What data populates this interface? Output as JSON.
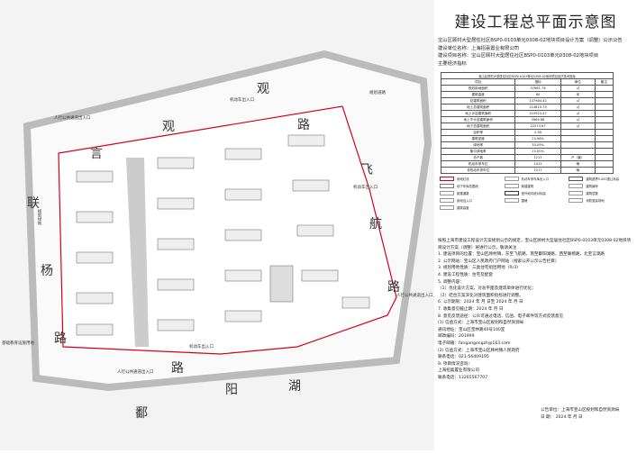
{
  "title": "建设工程总平面示意图",
  "header": {
    "notice": "宝山区顾村大型居住社区BSP0-0103单元0308-02地块项目设计方案（调整）公示公告",
    "unit": "建设单位名称：上海招喜置业有限公司",
    "project": "建设项目名称：宝山区顾村大型居住社区BSP0-0103单元0308-02地块项目",
    "indicators_label": "主要经济指标"
  },
  "table": {
    "caption": "宝山区顾村大型居住社区BSP0-0103单元0308-02地块项目经济技术指标",
    "headers": [
      "项目",
      "指标",
      "单位",
      "备注"
    ],
    "rows": [
      [
        "规划用地面积",
        "37661.76",
        "㎡",
        ""
      ],
      [
        "建筑高度",
        "60",
        "米",
        ""
      ],
      [
        "总建筑面积",
        "137984.42",
        "㎡",
        ""
      ],
      [
        "地上总建筑面积",
        "114810.75",
        "㎡",
        ""
      ],
      [
        "地上计容建筑面积",
        "110923.47",
        "㎡",
        ""
      ],
      [
        "地上不计容建筑面积",
        "3969.88",
        "㎡",
        ""
      ],
      [
        "地下总建筑面积",
        "22273.67",
        "㎡",
        ""
      ],
      [
        "容积率",
        "2.35",
        "",
        ""
      ],
      [
        "建筑密度",
        "23.96%",
        "",
        ""
      ],
      [
        "绿地率",
        "33.09%",
        "",
        ""
      ],
      [
        "集中绿地率",
        "13.00%",
        "",
        ""
      ],
      [
        "总户数",
        "1217",
        "户（套）",
        ""
      ],
      [
        "机动车停车位",
        "1412",
        "辆",
        ""
      ],
      [
        "非机动车停车位",
        "1217",
        "辆",
        ""
      ]
    ]
  },
  "legend": [
    "用地红线",
    "机动车停车库出入口",
    "建筑退界5.000退让标高",
    "地下车库范围线",
    "新建建筑",
    "建筑编号",
    "新建道路",
    "室外地坪绝对标高",
    "建筑层数",
    "用地出入口",
    "围墙",
    "消防登高场地",
    "建筑高度"
  ],
  "notes": [
    "按照上海市建设工程设计方案规划公示的规定，宝山区顾村大型居住社区BSP0-0103单元0308-02地块项目设计方案（调整）将进行公示，敬请关注",
    "1. 建设项目的位置：宝山区顾村镇，东至飞航路，南至鄱阳湖路，西至联杨路，北至言观路",
    "2. 公示网站：宝山区人民政府门户网站（线索公开公示公告栏目）",
    "3. 规划用地性质：三类住宅组团用地（Rr3）",
    "4. 建设工程性质：住宅及配套",
    "5. 调整内容：",
    "（1）优化设计方案，对总平面及建筑单体进行优化；",
    "（2）结合方案深化对建筑面积指标进行调整。",
    "6. 公示期限：2024 年    月    日至 2024 年    月    日",
    "7. 收集意见截止期：2024 年    月    日",
    "8. 意见反馈途径：公众可通过电话、信函、电子邮件等方式反馈意见",
    "(1) 信函方式：上海市宝山区规划和自然资源局",
    "通讯地址：宝山区宝林路40号100室",
    "邮政编码：201999",
    "电子邮箱：fangangongzh@163.com",
    "(2) 信函方式：上海市宝山区顾村镇人民政府",
    "联系电话：021-56409195",
    "9. 项目情况咨询：",
    "上海招喜置业有限公司",
    "联系电话：13265567707"
  ],
  "sign": {
    "org": "公告单位：上海市宝山区规划和自然资源局",
    "date": "日    期：         2024 年    月    日"
  },
  "map": {
    "roads": [
      "言",
      "观",
      "路",
      "联",
      "杨",
      "路",
      "飞",
      "航",
      "路",
      "湖",
      "阳",
      "路",
      "鄱",
      "路"
    ],
    "labels": [
      "机动车出入口",
      "人行公共通道出入口",
      "规划绿地",
      "基础教育设施用地",
      "机动车出入口",
      "人行公共通道出入口",
      "人行公共通道出入口",
      "机动车出入口",
      "规划道路"
    ],
    "boundary_color": "#d9001b"
  }
}
